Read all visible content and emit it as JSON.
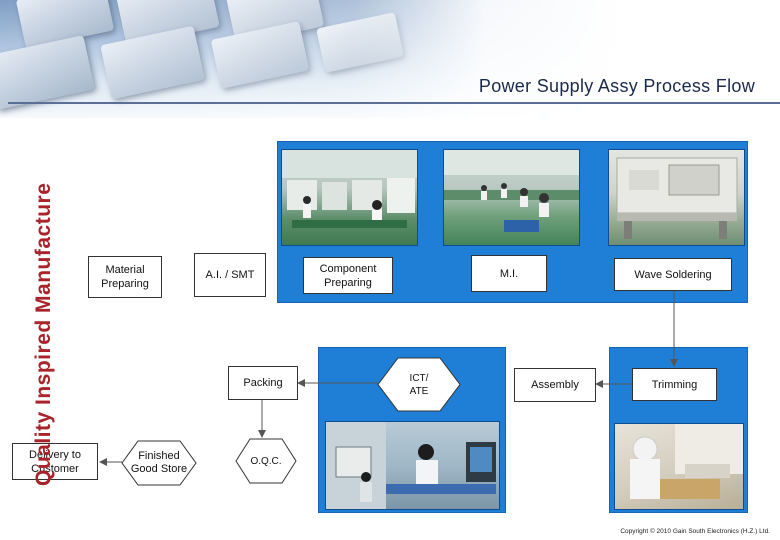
{
  "slide": {
    "title": "Power Supply Assy Process Flow",
    "brand_vertical": "Quality Inspired Manufacture",
    "copyright": "Copyright © 2010 Gain South Electronics (H.Z.) Ltd."
  },
  "flow": {
    "material_preparing": "Material Preparing",
    "ai_smt": "A.I. / SMT",
    "component_preparing": "Component Preparing",
    "mi": "M.I.",
    "wave_soldering": "Wave Soldering",
    "trimming": "Trimming",
    "assembly": "Assembly",
    "ict_ate": "ICT/ ATE",
    "packing": "Packing",
    "oqc": "O.Q.C.",
    "finished_good_store": "Finished Good Store",
    "delivery": "Delivery to Customer"
  },
  "colors": {
    "panel_blue": "#1f7fd6",
    "brand_red": "#a8232a",
    "title_rule": "#5b6f96"
  }
}
